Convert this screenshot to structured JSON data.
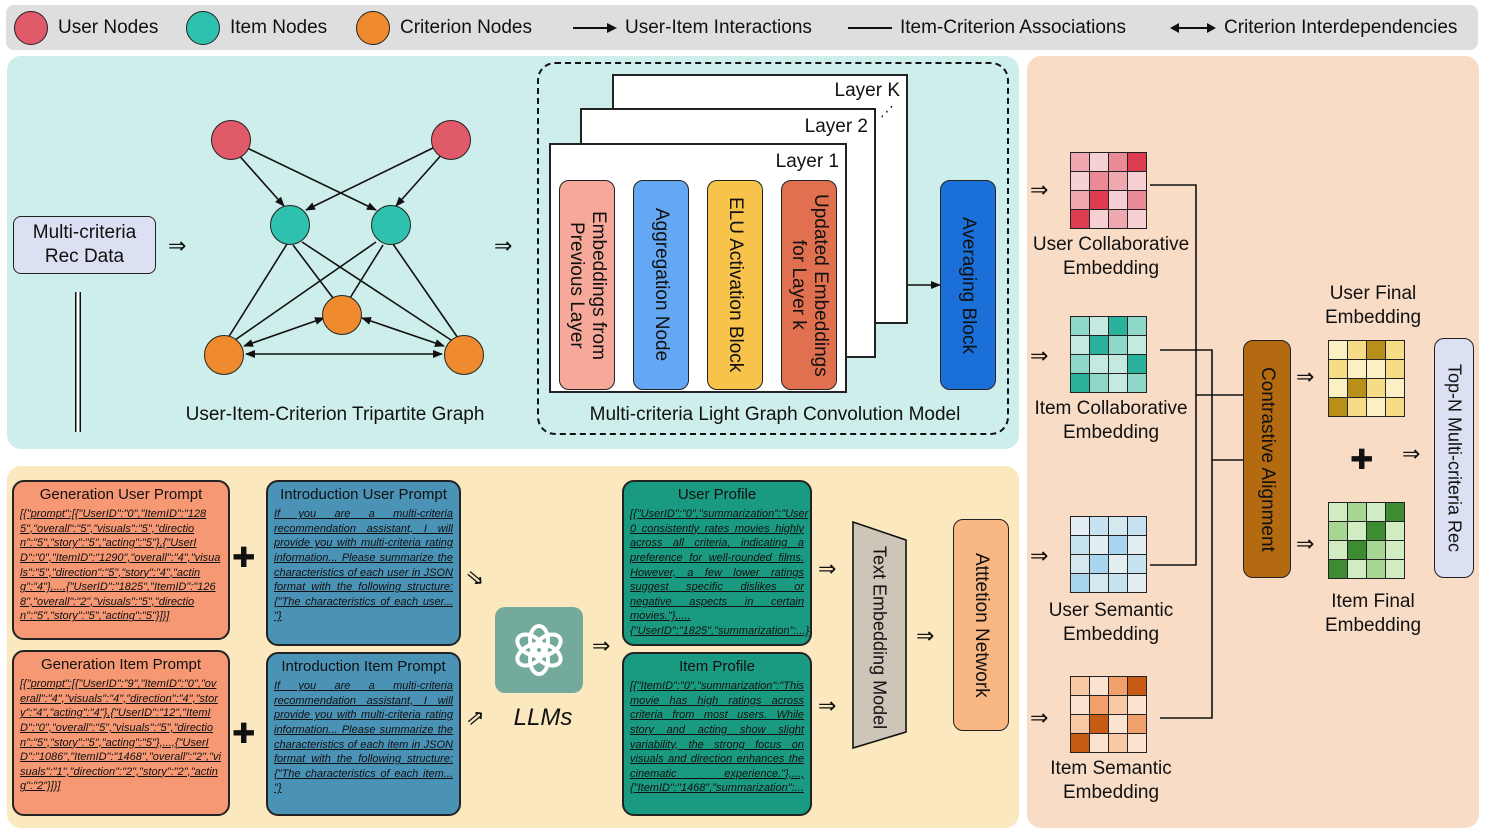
{
  "legend": {
    "user_nodes": "User Nodes",
    "item_nodes": "Item Nodes",
    "criterion_nodes": "Criterion Nodes",
    "user_item": "User-Item Interactions",
    "item_criterion": "Item-Criterion Associations",
    "criterion_inter": "Criterion Interdependencies"
  },
  "colors": {
    "user": "#e05a6a",
    "item": "#2ec1ad",
    "criterion": "#ef8a2e",
    "top_panel": "#cdeeea",
    "bottom_panel": "#fbe8be",
    "right_panel": "#f9dcc6"
  },
  "input": {
    "label": "Multi-criteria\nRec Data"
  },
  "graph": {
    "caption": "User-Item-Criterion Tripartite Graph"
  },
  "gcn": {
    "caption": "Multi-criteria Light Graph Convolution Model",
    "layers": [
      "Layer 1",
      "Layer 2",
      "Layer K"
    ],
    "blocks": [
      "Embeddings from Previous Layer",
      "Aggregation Node",
      "ELU Activation Block",
      "Updated Embeddings for Layer k"
    ],
    "averaging": "Averaging Block"
  },
  "prompts": {
    "gen_user": {
      "title": "Generation User Prompt",
      "body": "[{\"prompt\":[{\"UserID\":\"0\",\"ItemID\":\"1285\",\"overall\":\"5\",\"visuals\":\"5\",\"direction\":\"5\",\"story\":\"5\",\"acting\":\"5\"},{\"UserID\":\"0\",\"ItemID\":\"1290\",\"overall\":\"4\",\"visuals\":\"5\",\"direction\":\"5\",\"story\":\"4\",\"acting\":\"4\"},...,{\"UserID\":\"1825\",\"ItemID\":\"1268\",\"overall\":\"2\",\"visuals\":\"5\",\"direction\":\"5\",\"story\":\"5\",\"acting\":\"5\"}]}]"
    },
    "intro_user": {
      "title": "Introduction User Prompt",
      "body": "If you are a multi-criteria recommendation assistant, I will provide you with multi-criteria rating information... Please summarize the characteristics of each user in JSON format with the following structure: {\"The characteristics of each user... \"}"
    },
    "gen_item": {
      "title": "Generation Item Prompt",
      "body": "[{\"prompt\":[{\"UserID\":\"9\",\"ItemID\":\"0\",\"overall\":\"4\",\"visuals\":\"4\",\"direction\":\"4\",\"story\":\"4\",\"acting\":\"4\"},{\"UserID\":\"12\",\"ItemID\":\"0\",\"overall\":\"5\",\"visuals\":\"5\",\"direction\":\"5\",\"story\":\"5\",\"acting\":\"5\"},...,{\"UserID\":\"1086\",\"ItemID\":\"1468\",\"overall\":\"2\",\"visuals\":\"1\",\"direction\":\"2\",\"story\":\"2\",\"acting\":\"2\"}]}]"
    },
    "intro_item": {
      "title": "Introduction Item Prompt",
      "body": "If you are a multi-criteria recommendation assistant, I will provide you with multi-criteria rating information... Please summarize the characteristics of each item in JSON format with the following structure: {\"The characteristics of each item... \"}"
    }
  },
  "llm": {
    "label": "LLMs"
  },
  "profiles": {
    "user": {
      "title": "User Profile",
      "body": "[{\"UserID\":\"0\",\"summarization\":\"User 0 consistently rates movies highly across all criteria, indicating a preference for well-rounded films. However, a few lower ratings suggest specific dislikes or negative aspects in certain movies.\"},...,{\"UserID\":\"1825\",\"summarization\":...}]"
    },
    "item": {
      "title": "Item Profile",
      "body": "[{\"ItemID\":\"0\",\"summarization\":\"This movie has high ratings across criteria from most users. While story and acting show slight variability, the strong focus on visuals and direction enhances the cinematic experience.\"},...,{\"ItemID\":\"1468\",\"summarization\":..."
    }
  },
  "text_embedding": "Text Embedding Model",
  "attention": "Atttetion Network",
  "embeddings": {
    "user_collab": "User Collaborative\nEmbedding",
    "item_collab": "Item Collaborative\nEmbedding",
    "user_sem": "User Semantic\nEmbedding",
    "item_sem": "Item Semantic\nEmbedding",
    "user_final": "User Final\nEmbedding",
    "item_final": "Item Final\nEmbedding"
  },
  "contrastive": "Contrastive Alignment",
  "topn": "Top-N Multi-criteria Rec"
}
